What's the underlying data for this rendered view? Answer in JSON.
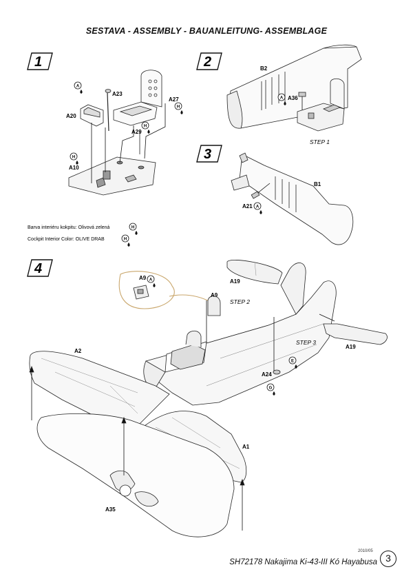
{
  "title": "SESTAVA -  ASSEMBLY - BAUANLEITUNG- ASSEMBLAGE",
  "steps": [
    {
      "number": "1"
    },
    {
      "number": "2",
      "caption": "STEP 1"
    },
    {
      "number": "3"
    },
    {
      "number": "4",
      "caption_a": "STEP 2",
      "caption_b": "STEP 3"
    }
  ],
  "parts": {
    "a23": "A23",
    "a20": "A20",
    "a27": "A27",
    "a29": "A29",
    "a10": "A10",
    "b2": "B2",
    "a36": "A36",
    "b1": "B1",
    "a21": "A21",
    "a9_detail": "A9",
    "a9": "A9",
    "a19_left": "A19",
    "a19_right": "A19",
    "a2": "A2",
    "a1": "A1",
    "a24": "A24",
    "a35": "A35"
  },
  "markers": {
    "a": "A",
    "h": "H",
    "e": "E",
    "g": "G"
  },
  "legend": {
    "line1": "Barva interiéru kokpitu: Olivová zelená",
    "line2": "Cockpit Interior Color: OLIVE DRAB"
  },
  "footer": {
    "text": "SH72178 Nakajima Ki-43-III Kó Hayabusa",
    "date": "2010/05",
    "page": "3"
  }
}
